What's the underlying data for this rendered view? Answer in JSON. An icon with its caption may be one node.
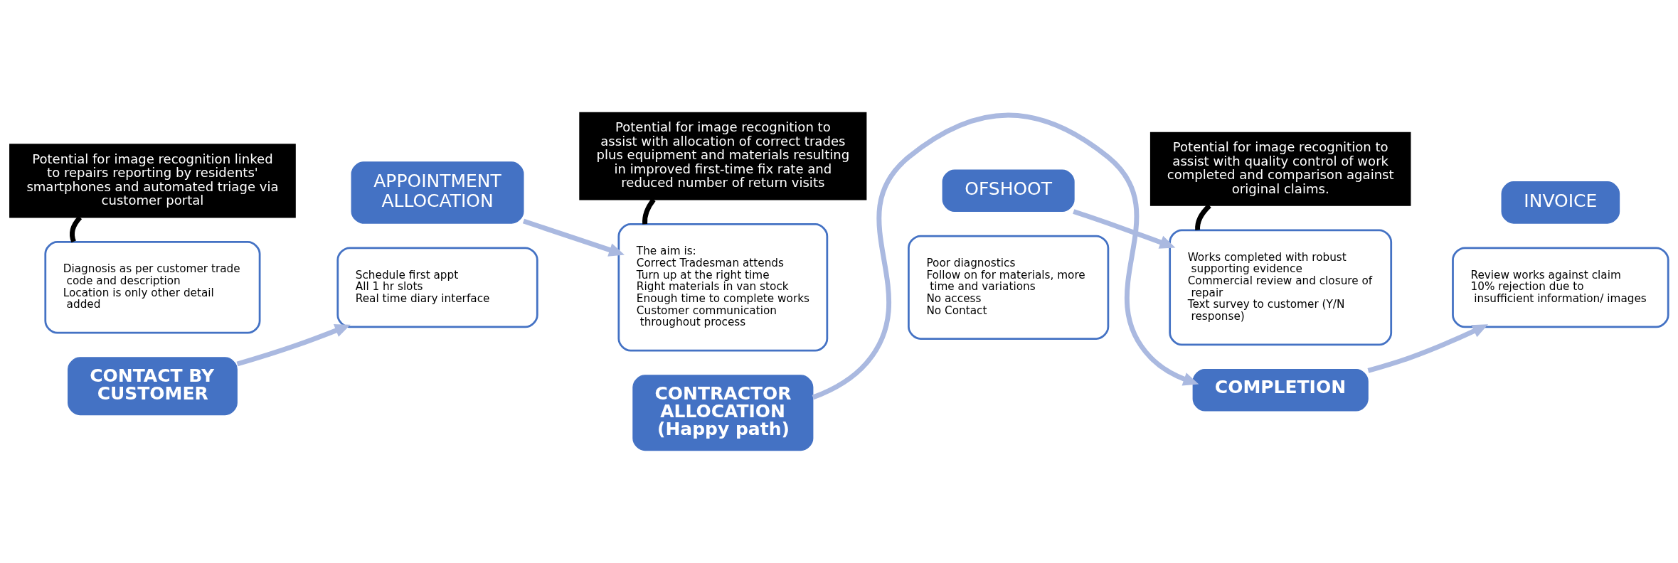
{
  "diagram": {
    "nodes": [
      {
        "text": [
          "Potential for image recognition linked to repairs reporting by residents' smartphones and automated triage via customer portal"
        ]
      },
      {
        "text": [
          "Diagnosis as per customer trade code and description",
          "Location is only other detail added"
        ]
      },
      {
        "text": [
          "CONTACT BY CUSTOMER"
        ]
      },
      {
        "text": [
          "APPOINTMENT ALLOCATION"
        ]
      },
      {
        "text": [
          "Schedule first appt",
          "All 1 hr slots",
          "Real time diary interface"
        ]
      },
      {
        "text": [
          "Potential for image recognition to assist with allocation of correct trades plus equipment and materials resulting in improved first-time fix rate and reduced number of return visits"
        ]
      },
      {
        "text": [
          "The aim is:",
          "Correct Tradesman attends",
          "Turn up at the right time",
          "Right materials in van stock",
          "Enough time to complete works",
          "Customer communication throughout process"
        ]
      },
      {
        "text": [
          "CONTRACTOR ALLOCATION",
          "(Happy path)"
        ]
      },
      {
        "text": [
          "OFSHOOT"
        ]
      },
      {
        "text": [
          "Poor diagnostics",
          "Follow on for materials, more time and variations",
          "No access",
          "No Contact"
        ]
      },
      {
        "text": [
          "Works completed with robust supporting evidence",
          "Commercial review and closure of repair",
          "Text survey to customer (Y/N response)"
        ]
      },
      {
        "text": [
          "COMPLETION"
        ]
      },
      {
        "text": [
          "Potential for image recognition to assist with quality control of work completed and comparison against original claims."
        ]
      },
      {
        "text": [
          "INVOICE"
        ]
      },
      {
        "text": [
          "Review works against claim",
          "10% rejection due to insufficient information/ images"
        ]
      }
    ],
    "edges": [
      {
        "from": 0,
        "to": 1,
        "arrow": "none",
        "color": "#000000"
      },
      {
        "from": 2,
        "to": 4,
        "arrow": "to"
      },
      {
        "from": 3,
        "to": 6,
        "arrow": "to"
      },
      {
        "from": 5,
        "to": 6,
        "arrow": "none",
        "color": "#000000"
      },
      {
        "from": 7,
        "to": 11,
        "arrow": "to"
      },
      {
        "from": 8,
        "to": 10,
        "arrow": "to"
      },
      {
        "from": 12,
        "to": 10,
        "arrow": "none",
        "color": "#000000"
      },
      {
        "from": 11,
        "to": 14,
        "arrow": "to"
      }
    ]
  }
}
